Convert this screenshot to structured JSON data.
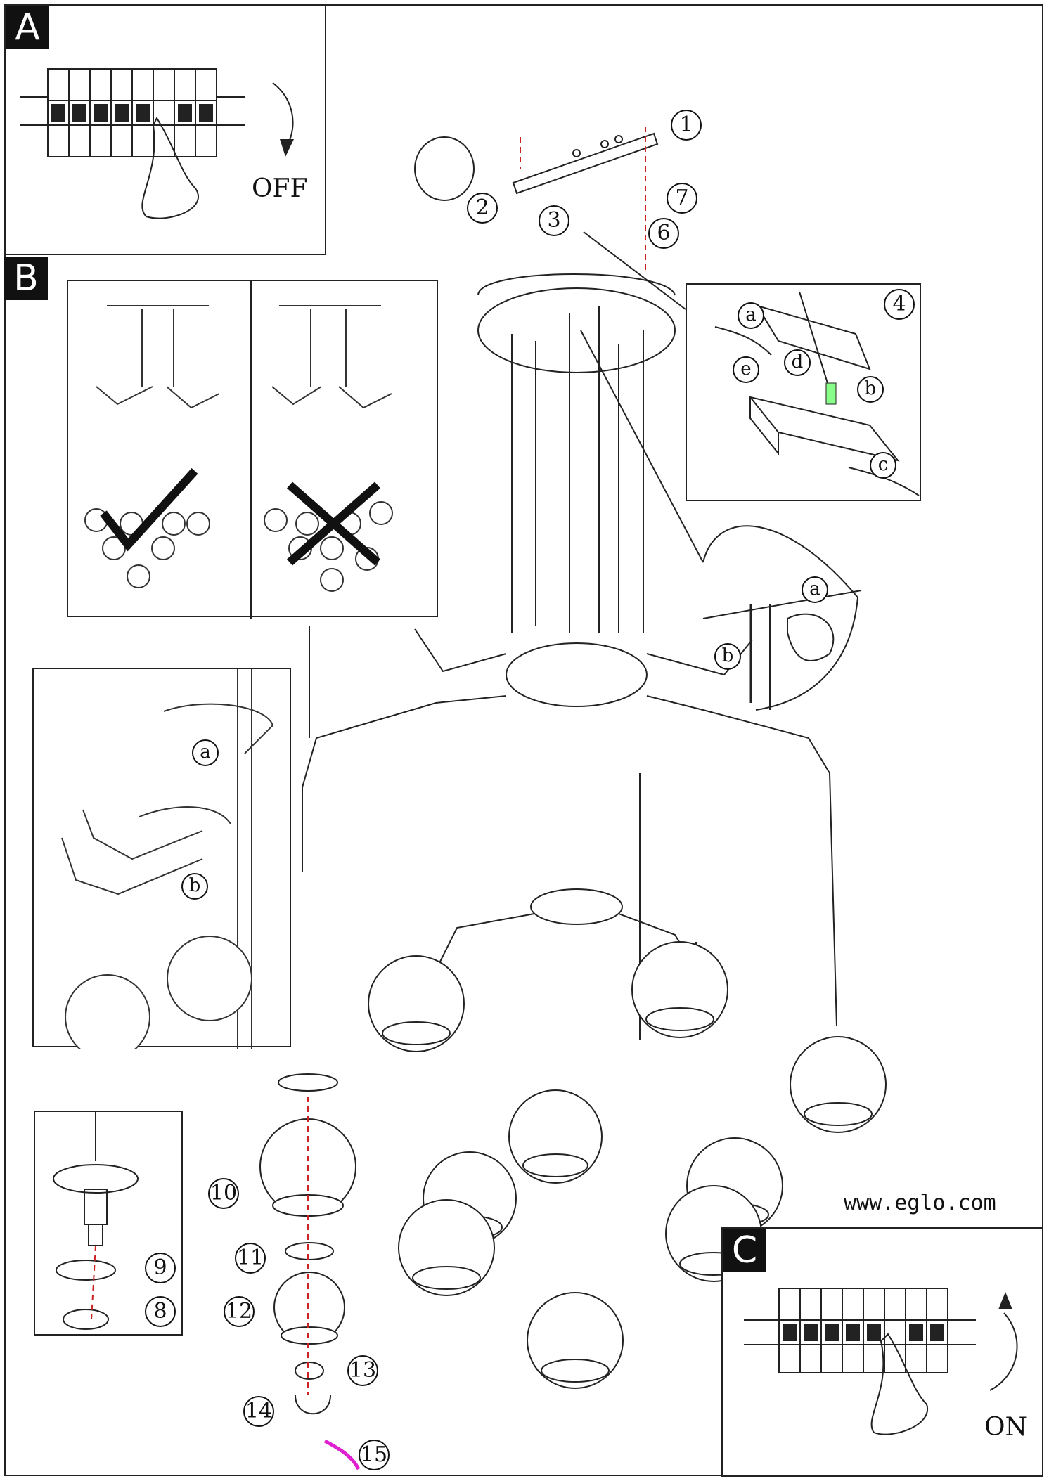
{
  "panels": {
    "a": {
      "tag": "A",
      "state": "OFF"
    },
    "b": {
      "tag": "B"
    },
    "c": {
      "tag": "C",
      "state": "ON"
    }
  },
  "website": "www.eglo.com",
  "steps": {
    "s1": "1",
    "s2": "2",
    "s3": "3",
    "s4": "4",
    "s6": "6",
    "s7": "7",
    "s8": "8",
    "s9": "9",
    "s10": "10",
    "s11": "11",
    "s12": "12",
    "s13": "13",
    "s14": "14",
    "s15": "15"
  },
  "sub_labels": {
    "wiring": [
      "a",
      "b",
      "c",
      "d",
      "e"
    ],
    "cable_adjust": [
      "a",
      "b"
    ],
    "height_adjust": [
      "a",
      "b"
    ]
  },
  "colors": {
    "accent_arrow": "#e020d0",
    "line": "#222222",
    "dash": "#cc2222"
  }
}
